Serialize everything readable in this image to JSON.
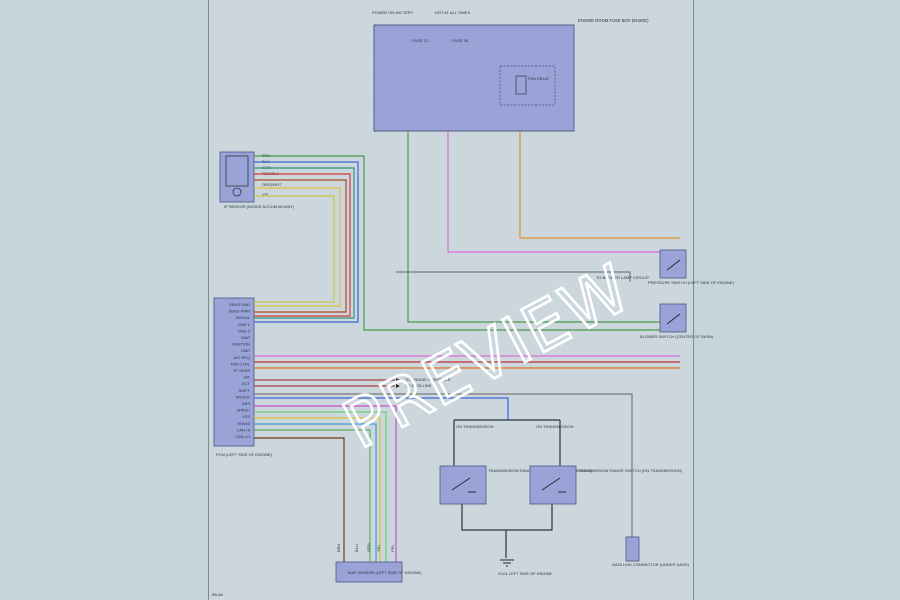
{
  "watermark": "PREVIEW",
  "sheet_id": "B5-68",
  "top_module": {
    "label": "ENGINE ROOM FUSE BOX (INSIDE)",
    "feed1": "FUSE 12",
    "feed2": "FUSE 35",
    "relay": "FAN RELAY",
    "header_left": "POWER ON BATTERY",
    "header_right": "HOT AT ALL TIMES"
  },
  "sensor_left": {
    "label": "IP SENSOR (INSIDE ACCUM MOUNT)",
    "wires": [
      "BRN",
      "BLU",
      "GRN",
      "RED/BLK",
      "ORG/WHT",
      "YEL"
    ]
  },
  "pcm": {
    "label": "PCM (LEFT SIDE OF ENGINE)",
    "pins": [
      "SENS GND",
      "SENS PWR",
      "SIGNAL",
      "GND 1",
      "GND 2",
      "MAP",
      "IGNITION",
      "CMP",
      "A/C REQ",
      "FAN CTRL",
      "TP SENS",
      "IAT",
      "ECT",
      "SHIFT",
      "KNOCK",
      "ABS",
      "SPEED",
      "VSS",
      "TRANS",
      "CAN HI",
      "CAN LO"
    ]
  },
  "right_switches": {
    "top": "PRESSURE SWITCH (LEFT SIDE OF ENGINE)",
    "bottom": "BLOWER SWITCH (CENTER OF DASH)",
    "notes": [
      "TO BLOWER LAMP CIRCUIT",
      "TO ENGINE CONTROLS",
      "TO DATA LINK"
    ]
  },
  "bottom_module": {
    "label": "MAF SENSOR (LEFT SIDE OF ENGINE)",
    "wires": [
      "BRN",
      "BLU",
      "GRN",
      "YEL",
      "PPL"
    ]
  },
  "sw_left": {
    "header": "ON TRANSMISSION",
    "label": "TRANSMISSION RANGE SWITCH (ON TRANSMISSION)"
  },
  "sw_right": {
    "header": "ON TRANSMISSION",
    "label": "TRANSMISSION RANGE SWITCH (ON TRANSMISSION)"
  },
  "ground": {
    "label": "G101 LEFT SIDE OF ENGINE"
  },
  "connector_small": {
    "label": "DATA LINK CONNECTOR (UNDER DASH)"
  }
}
